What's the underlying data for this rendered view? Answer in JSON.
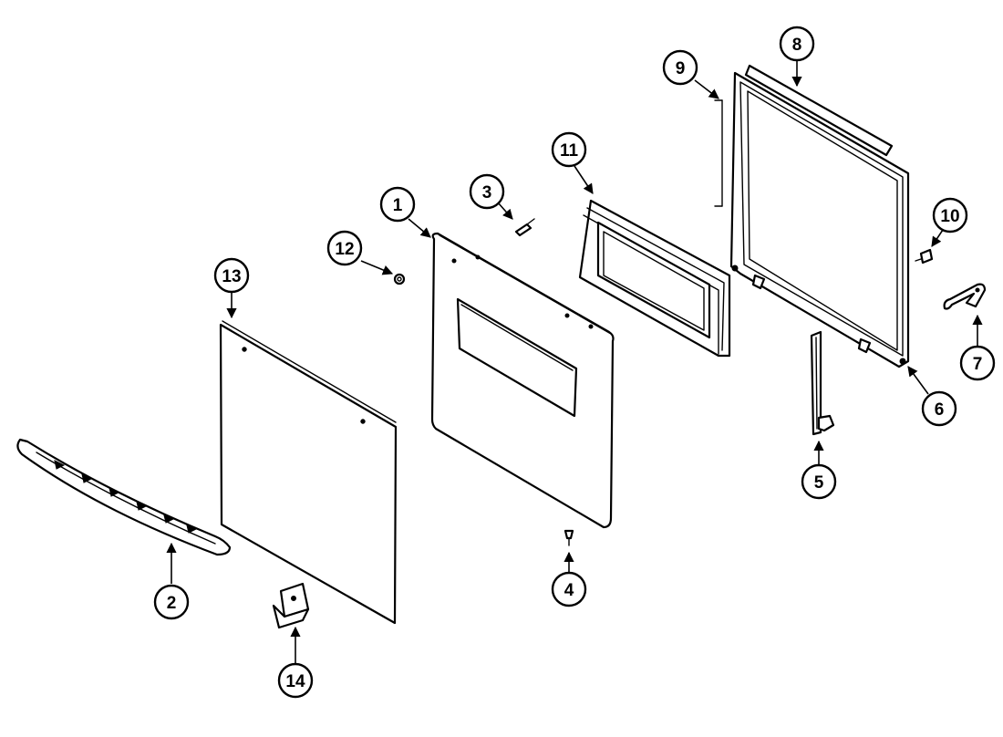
{
  "colors": {
    "line": "#000000",
    "background": "#ffffff"
  },
  "callouts": [
    {
      "id": "1",
      "label": "1"
    },
    {
      "id": "2",
      "label": "2"
    },
    {
      "id": "3",
      "label": "3"
    },
    {
      "id": "4",
      "label": "4"
    },
    {
      "id": "5",
      "label": "5"
    },
    {
      "id": "6",
      "label": "6"
    },
    {
      "id": "7",
      "label": "7"
    },
    {
      "id": "8",
      "label": "8"
    },
    {
      "id": "9",
      "label": "9"
    },
    {
      "id": "10",
      "label": "10"
    },
    {
      "id": "11",
      "label": "11"
    },
    {
      "id": "12",
      "label": "12"
    },
    {
      "id": "13",
      "label": "13"
    },
    {
      "id": "14",
      "label": "14"
    }
  ]
}
